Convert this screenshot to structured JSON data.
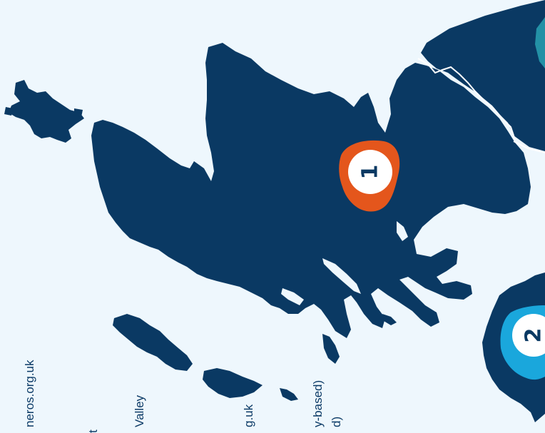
{
  "colors": {
    "background": "#eef7fd",
    "land": "#0a3963",
    "border": "#ffffff",
    "pin1": "#e4561c",
    "pin2": "#1aa7dc",
    "pin3": "#2391a6",
    "label_text": "#0b3a66"
  },
  "markers": [
    {
      "number": "1",
      "icon": "map-pin-icon",
      "color": "#e4561c"
    },
    {
      "number": "2",
      "icon": "map-pin-icon",
      "color": "#1aa7dc"
    },
    {
      "number": "",
      "icon": "map-pin-icon",
      "color": "#2391a6"
    }
  ],
  "labels": [
    {
      "text": "neros.org.uk"
    },
    {
      "text": "t"
    },
    {
      "text": "Valley"
    },
    {
      "text": "g.uk"
    },
    {
      "text": "y-based)"
    },
    {
      "text": "d)"
    }
  ]
}
